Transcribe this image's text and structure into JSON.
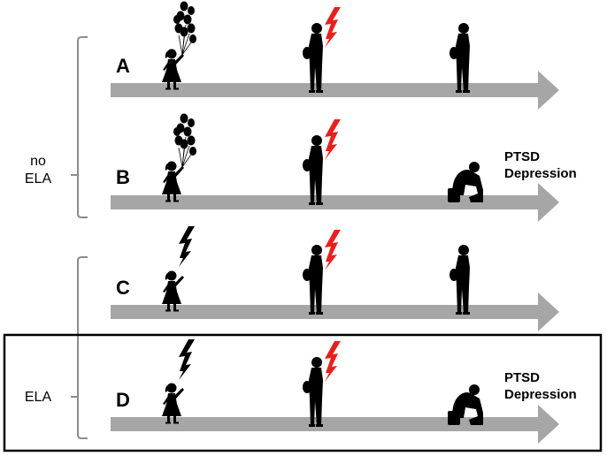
{
  "groups": {
    "no_ela": {
      "line1": "no",
      "line2": "ELA"
    },
    "ela": {
      "label": "ELA"
    }
  },
  "rows": [
    {
      "letter": "A",
      "early_life": "balloons",
      "adult_stress": true,
      "outcome": null
    },
    {
      "letter": "B",
      "early_life": "balloons",
      "adult_stress": true,
      "outcome": {
        "line1": "PTSD",
        "line2": "Depression"
      }
    },
    {
      "letter": "C",
      "early_life": "early-stress",
      "adult_stress": true,
      "outcome": null
    },
    {
      "letter": "D",
      "early_life": "early-stress",
      "adult_stress": true,
      "outcome": {
        "line1": "PTSD",
        "line2": "Depression"
      },
      "highlighted": true
    }
  ],
  "colors": {
    "timeline_arrow": "#a6a6a6",
    "adult_stress_bolt": "#e8201c",
    "early_stress_bolt": "#000000",
    "bracket": "#8c8c8c",
    "silhouette": "#000000",
    "highlight_box": "#000000"
  }
}
